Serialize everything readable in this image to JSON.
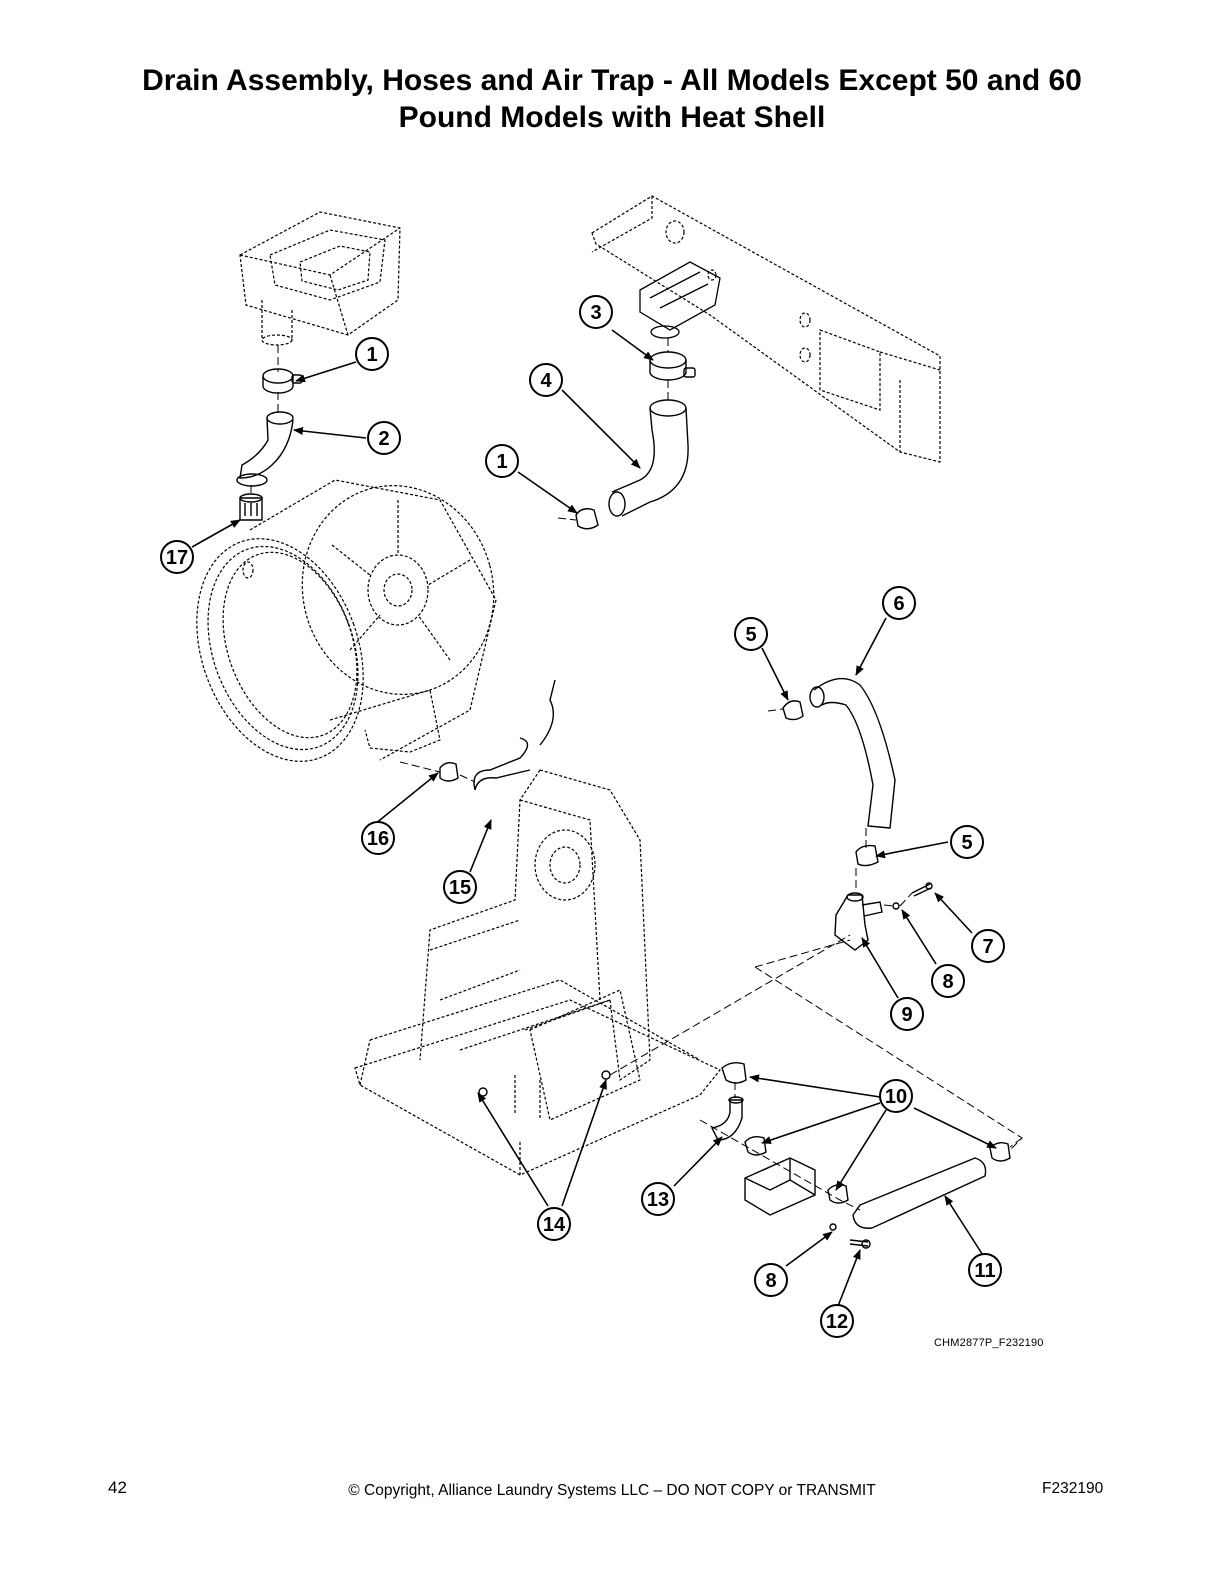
{
  "title": {
    "line1": "Drain Assembly, Hoses and Air Trap - All Models Except 50 and 60",
    "line2": "Pound Models with Heat Shell"
  },
  "figure_code": "CHM2877P_F232190",
  "callouts": [
    "1",
    "2",
    "3",
    "4",
    "1",
    "17",
    "6",
    "5",
    "5",
    "7",
    "8",
    "9",
    "16",
    "15",
    "10",
    "13",
    "14",
    "11",
    "8",
    "12"
  ],
  "footer": {
    "page_number": "42",
    "copyright": "© Copyright, Alliance Laundry Systems LLC – DO NOT COPY or TRANSMIT",
    "doc_code": "F232190"
  }
}
